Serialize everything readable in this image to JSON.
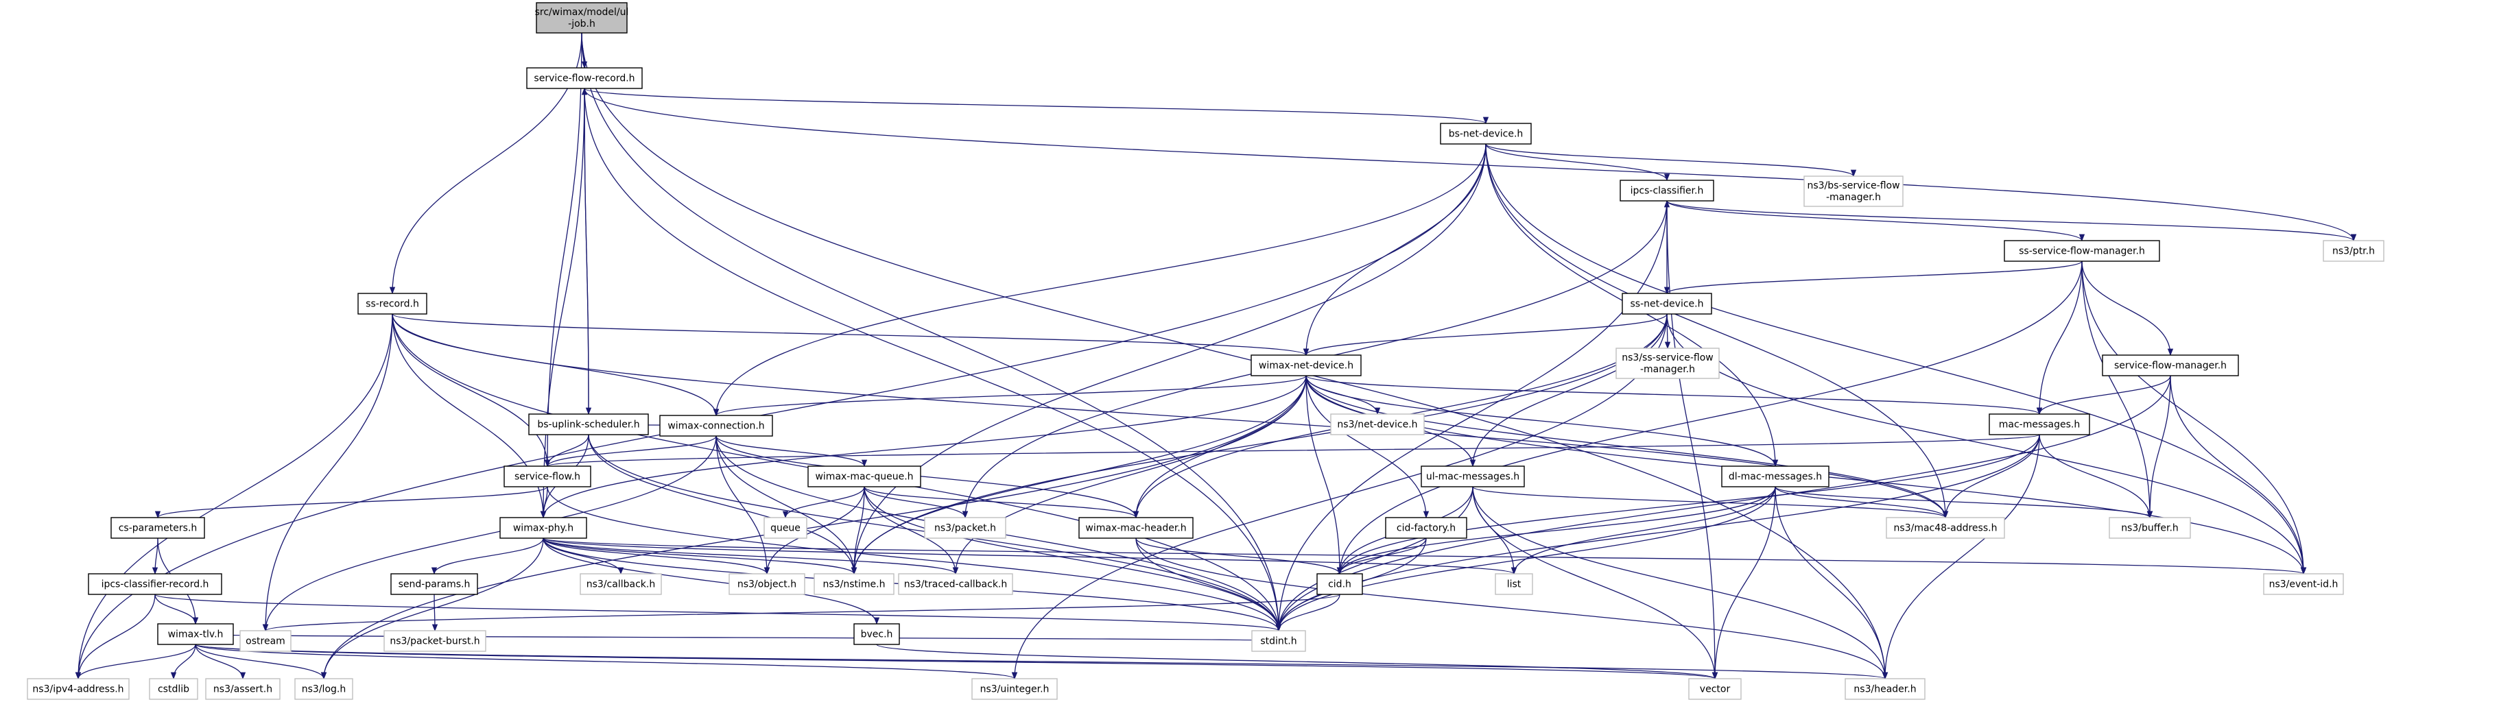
{
  "colors": {
    "node_border": "#000000",
    "ext_border": "#bfbfbf",
    "root_fill": "#bfbfbf",
    "node_fill": "#ffffff",
    "edge": "#191970"
  },
  "nodes": [
    {
      "id": "root",
      "lines": [
        "src/wimax/model/ul",
        "-job.h"
      ],
      "kind": "root"
    },
    {
      "id": "sfr",
      "lines": [
        "service-flow-record.h"
      ],
      "kind": "doc"
    },
    {
      "id": "bsnd",
      "lines": [
        "bs-net-device.h"
      ],
      "kind": "doc"
    },
    {
      "id": "bssfm",
      "lines": [
        "ns3/bs-service-flow",
        "-manager.h"
      ],
      "kind": "ext"
    },
    {
      "id": "ipcs",
      "lines": [
        "ipcs-classifier.h"
      ],
      "kind": "doc"
    },
    {
      "id": "ssr",
      "lines": [
        "ss-record.h"
      ],
      "kind": "doc"
    },
    {
      "id": "sssfm",
      "lines": [
        "ss-service-flow-manager.h"
      ],
      "kind": "doc"
    },
    {
      "id": "ptr",
      "lines": [
        "ns3/ptr.h"
      ],
      "kind": "ext"
    },
    {
      "id": "ssnd",
      "lines": [
        "ss-net-device.h"
      ],
      "kind": "doc"
    },
    {
      "id": "ns3sssfm",
      "lines": [
        "ns3/ss-service-flow",
        "-manager.h"
      ],
      "kind": "ext"
    },
    {
      "id": "wnd",
      "lines": [
        "wimax-net-device.h"
      ],
      "kind": "doc"
    },
    {
      "id": "sfm",
      "lines": [
        "service-flow-manager.h"
      ],
      "kind": "doc"
    },
    {
      "id": "netdev",
      "lines": [
        "ns3/net-device.h"
      ],
      "kind": "ext"
    },
    {
      "id": "mac",
      "lines": [
        "mac-messages.h"
      ],
      "kind": "doc"
    },
    {
      "id": "bsus",
      "lines": [
        "bs-uplink-scheduler.h"
      ],
      "kind": "doc"
    },
    {
      "id": "wc",
      "lines": [
        "wimax-connection.h"
      ],
      "kind": "doc"
    },
    {
      "id": "sf",
      "lines": [
        "service-flow.h"
      ],
      "kind": "doc"
    },
    {
      "id": "wmq",
      "lines": [
        "wimax-mac-queue.h"
      ],
      "kind": "doc"
    },
    {
      "id": "ulmac",
      "lines": [
        "ul-mac-messages.h"
      ],
      "kind": "doc"
    },
    {
      "id": "dlmac",
      "lines": [
        "dl-mac-messages.h"
      ],
      "kind": "doc"
    },
    {
      "id": "csp",
      "lines": [
        "cs-parameters.h"
      ],
      "kind": "doc"
    },
    {
      "id": "wphy",
      "lines": [
        "wimax-phy.h"
      ],
      "kind": "doc"
    },
    {
      "id": "queue",
      "lines": [
        "queue"
      ],
      "kind": "ext"
    },
    {
      "id": "packet",
      "lines": [
        "ns3/packet.h"
      ],
      "kind": "ext"
    },
    {
      "id": "wmh",
      "lines": [
        "wimax-mac-header.h"
      ],
      "kind": "doc"
    },
    {
      "id": "cidf",
      "lines": [
        "cid-factory.h"
      ],
      "kind": "doc"
    },
    {
      "id": "mac48",
      "lines": [
        "ns3/mac48-address.h"
      ],
      "kind": "ext"
    },
    {
      "id": "buffer",
      "lines": [
        "ns3/buffer.h"
      ],
      "kind": "ext"
    },
    {
      "id": "icr",
      "lines": [
        "ipcs-classifier-record.h"
      ],
      "kind": "doc"
    },
    {
      "id": "sendp",
      "lines": [
        "send-params.h"
      ],
      "kind": "doc"
    },
    {
      "id": "callback",
      "lines": [
        "ns3/callback.h"
      ],
      "kind": "ext"
    },
    {
      "id": "object",
      "lines": [
        "ns3/object.h"
      ],
      "kind": "ext"
    },
    {
      "id": "nstime",
      "lines": [
        "ns3/nstime.h"
      ],
      "kind": "ext"
    },
    {
      "id": "traced",
      "lines": [
        "ns3/traced-callback.h"
      ],
      "kind": "ext"
    },
    {
      "id": "cid",
      "lines": [
        "cid.h"
      ],
      "kind": "doc"
    },
    {
      "id": "list",
      "lines": [
        "list"
      ],
      "kind": "ext"
    },
    {
      "id": "eventid",
      "lines": [
        "ns3/event-id.h"
      ],
      "kind": "ext"
    },
    {
      "id": "ostream",
      "lines": [
        "ostream"
      ],
      "kind": "ext"
    },
    {
      "id": "stdint",
      "lines": [
        "stdint.h"
      ],
      "kind": "ext"
    },
    {
      "id": "wtlv",
      "lines": [
        "wimax-tlv.h"
      ],
      "kind": "doc"
    },
    {
      "id": "pburst",
      "lines": [
        "ns3/packet-burst.h"
      ],
      "kind": "ext"
    },
    {
      "id": "bvec",
      "lines": [
        "bvec.h"
      ],
      "kind": "doc"
    },
    {
      "id": "cstdlib",
      "lines": [
        "cstdlib"
      ],
      "kind": "ext"
    },
    {
      "id": "assert",
      "lines": [
        "ns3/assert.h"
      ],
      "kind": "ext"
    },
    {
      "id": "log",
      "lines": [
        "ns3/log.h"
      ],
      "kind": "ext"
    },
    {
      "id": "ipv4",
      "lines": [
        "ns3/ipv4-address.h"
      ],
      "kind": "ext"
    },
    {
      "id": "uinteger",
      "lines": [
        "ns3/uinteger.h"
      ],
      "kind": "ext"
    },
    {
      "id": "vector",
      "lines": [
        "vector"
      ],
      "kind": "ext"
    },
    {
      "id": "header",
      "lines": [
        "ns3/header.h"
      ],
      "kind": "ext"
    }
  ],
  "edges": [
    [
      "root",
      "sfr"
    ],
    [
      "root",
      "ssr"
    ],
    [
      "root",
      "sf"
    ],
    [
      "root",
      "stdint"
    ],
    [
      "root",
      "header"
    ],
    [
      "sfr",
      "bsnd"
    ],
    [
      "sfr",
      "bsus"
    ],
    [
      "sfr",
      "wphy"
    ],
    [
      "sfr",
      "stdint"
    ],
    [
      "sfr",
      "ptr"
    ],
    [
      "bsnd",
      "bssfm"
    ],
    [
      "bsnd",
      "ipcs"
    ],
    [
      "bsnd",
      "wnd"
    ],
    [
      "bsnd",
      "wc"
    ],
    [
      "bsnd",
      "dlmac"
    ],
    [
      "bsnd",
      "eventid"
    ],
    [
      "bsnd",
      "ipv4"
    ],
    [
      "bsnd",
      "nstime"
    ],
    [
      "bsnd",
      "mac48"
    ],
    [
      "ipcs",
      "sssfm"
    ],
    [
      "ipcs",
      "ptr"
    ],
    [
      "ipcs",
      "stdint"
    ],
    [
      "ipcs",
      "packet"
    ],
    [
      "ipcs",
      "vector"
    ],
    [
      "sssfm",
      "sfm"
    ],
    [
      "sssfm",
      "mac"
    ],
    [
      "sssfm",
      "ssnd"
    ],
    [
      "sssfm",
      "buffer"
    ],
    [
      "sssfm",
      "eventid"
    ],
    [
      "sssfm",
      "cid"
    ],
    [
      "ssnd",
      "ipcs"
    ],
    [
      "ssnd",
      "wnd"
    ],
    [
      "ssnd",
      "ns3sssfm"
    ],
    [
      "ssnd",
      "eventid"
    ],
    [
      "ssnd",
      "nstime"
    ],
    [
      "ssnd",
      "wmh"
    ],
    [
      "ssnd",
      "uinteger"
    ],
    [
      "ssnd",
      "ulmac"
    ],
    [
      "ssr",
      "wnd"
    ],
    [
      "ssr",
      "wc"
    ],
    [
      "ssr",
      "sf"
    ],
    [
      "ssr",
      "wphy"
    ],
    [
      "ssr",
      "ostream"
    ],
    [
      "ssr",
      "stdint"
    ],
    [
      "ssr",
      "ipv4"
    ],
    [
      "ssr",
      "mac48"
    ],
    [
      "wnd",
      "netdev"
    ],
    [
      "wnd",
      "mac"
    ],
    [
      "wnd",
      "wc"
    ],
    [
      "wnd",
      "wphy"
    ],
    [
      "wnd",
      "ulmac"
    ],
    [
      "wnd",
      "dlmac"
    ],
    [
      "wnd",
      "cidf"
    ],
    [
      "wnd",
      "wmh"
    ],
    [
      "wnd",
      "cid"
    ],
    [
      "wnd",
      "traced"
    ],
    [
      "wnd",
      "nstime"
    ],
    [
      "wnd",
      "log"
    ],
    [
      "wnd",
      "mac48"
    ],
    [
      "wnd",
      "eventid"
    ],
    [
      "sfm",
      "mac"
    ],
    [
      "sfm",
      "buffer"
    ],
    [
      "sfm",
      "stdint"
    ],
    [
      "sfm",
      "eventid"
    ],
    [
      "mac",
      "sf"
    ],
    [
      "mac",
      "mac48"
    ],
    [
      "mac",
      "buffer"
    ],
    [
      "mac",
      "cid"
    ],
    [
      "mac",
      "stdint"
    ],
    [
      "mac",
      "header"
    ],
    [
      "bsus",
      "sfr"
    ],
    [
      "bsus",
      "wc"
    ],
    [
      "bsus",
      "sf"
    ],
    [
      "bsus",
      "wphy"
    ],
    [
      "bsus",
      "nstime"
    ],
    [
      "bsus",
      "stdint"
    ],
    [
      "wc",
      "sf"
    ],
    [
      "wc",
      "wmq"
    ],
    [
      "wc",
      "wmh"
    ],
    [
      "wc",
      "object"
    ],
    [
      "wc",
      "nstime"
    ],
    [
      "wc",
      "stdint"
    ],
    [
      "wc",
      "ostream"
    ],
    [
      "sf",
      "csp"
    ],
    [
      "sf",
      "wphy"
    ],
    [
      "sf",
      "stdint"
    ],
    [
      "wmq",
      "queue"
    ],
    [
      "wmq",
      "packet"
    ],
    [
      "wmq",
      "wmh"
    ],
    [
      "wmq",
      "object"
    ],
    [
      "wmq",
      "nstime"
    ],
    [
      "wmq",
      "traced"
    ],
    [
      "wmq",
      "stdint"
    ],
    [
      "ulmac",
      "cid"
    ],
    [
      "ulmac",
      "list"
    ],
    [
      "ulmac",
      "stdint"
    ],
    [
      "ulmac",
      "mac48"
    ],
    [
      "ulmac",
      "vector"
    ],
    [
      "ulmac",
      "header"
    ],
    [
      "dlmac",
      "cid"
    ],
    [
      "dlmac",
      "list"
    ],
    [
      "dlmac",
      "stdint"
    ],
    [
      "dlmac",
      "mac48"
    ],
    [
      "dlmac",
      "buffer"
    ],
    [
      "dlmac",
      "vector"
    ],
    [
      "dlmac",
      "header"
    ],
    [
      "csp",
      "icr"
    ],
    [
      "csp",
      "wtlv"
    ],
    [
      "wphy",
      "sendp"
    ],
    [
      "wphy",
      "callback"
    ],
    [
      "wphy",
      "object"
    ],
    [
      "wphy",
      "nstime"
    ],
    [
      "wphy",
      "traced"
    ],
    [
      "wphy",
      "log"
    ],
    [
      "wphy",
      "bvec"
    ],
    [
      "wphy",
      "stdint"
    ],
    [
      "wphy",
      "list"
    ],
    [
      "wphy",
      "eventid"
    ],
    [
      "wmh",
      "cid"
    ],
    [
      "wmh",
      "stdint"
    ],
    [
      "wmh",
      "header"
    ],
    [
      "cidf",
      "cid"
    ],
    [
      "cidf",
      "stdint"
    ],
    [
      "icr",
      "wtlv"
    ],
    [
      "icr",
      "ipv4"
    ],
    [
      "icr",
      "stdint"
    ],
    [
      "sendp",
      "pburst"
    ],
    [
      "cid",
      "ostream"
    ],
    [
      "cid",
      "stdint"
    ],
    [
      "wtlv",
      "cstdlib"
    ],
    [
      "wtlv",
      "assert"
    ],
    [
      "wtlv",
      "log"
    ],
    [
      "wtlv",
      "ipv4"
    ],
    [
      "wtlv",
      "uinteger"
    ],
    [
      "wtlv",
      "vector"
    ],
    [
      "wtlv",
      "header"
    ],
    [
      "wtlv",
      "stdint"
    ],
    [
      "bvec",
      "vector"
    ]
  ]
}
